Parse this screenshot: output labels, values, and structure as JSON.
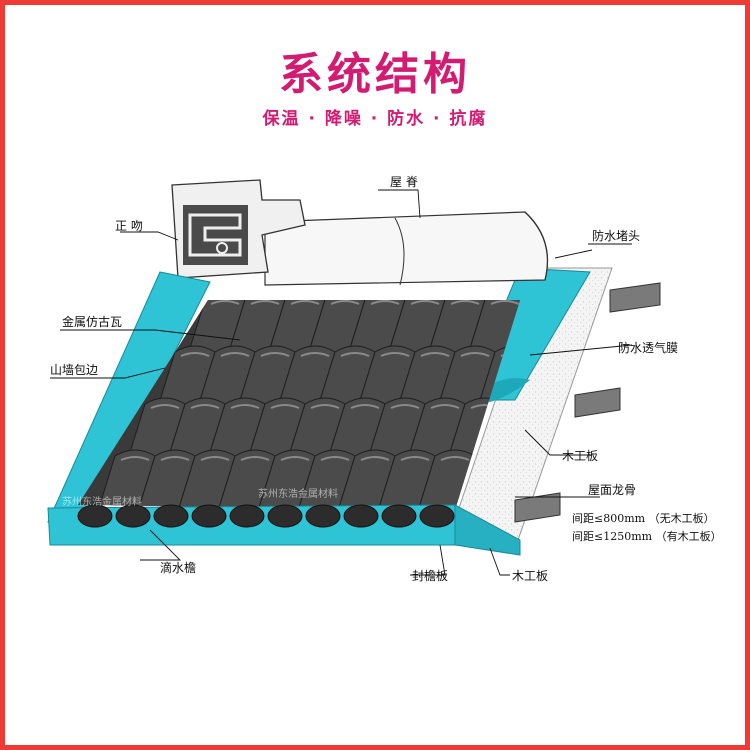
{
  "title": "系统结构",
  "subtitle": "保温 · 降噪 · 防水 · 抗腐",
  "labels": {
    "ridge": "屋 脊",
    "ridge_ornament": "正 吻",
    "waterproof_plug": "防水堵头",
    "metal_tile": "金属仿古瓦",
    "waterproof_membrane": "防水透气膜",
    "gable_trim": "山墙包边",
    "wood_board_upper": "木工板",
    "roof_keel": "屋面龙骨",
    "keel_spacing_1": "间距≤800mm （无木工板）",
    "keel_spacing_2": "间距≤1250mm （有木工板）",
    "drip_eave": "滴水檐",
    "fascia_board": "封檐板",
    "wood_board_lower": "木工板"
  },
  "watermark": "苏州东浩金属材料",
  "colors": {
    "accent": "#d41b72",
    "border": "#ef3b36",
    "trim": "#2ec4d6",
    "tile": "#4a4a4a",
    "board": "#f2f2f2"
  }
}
